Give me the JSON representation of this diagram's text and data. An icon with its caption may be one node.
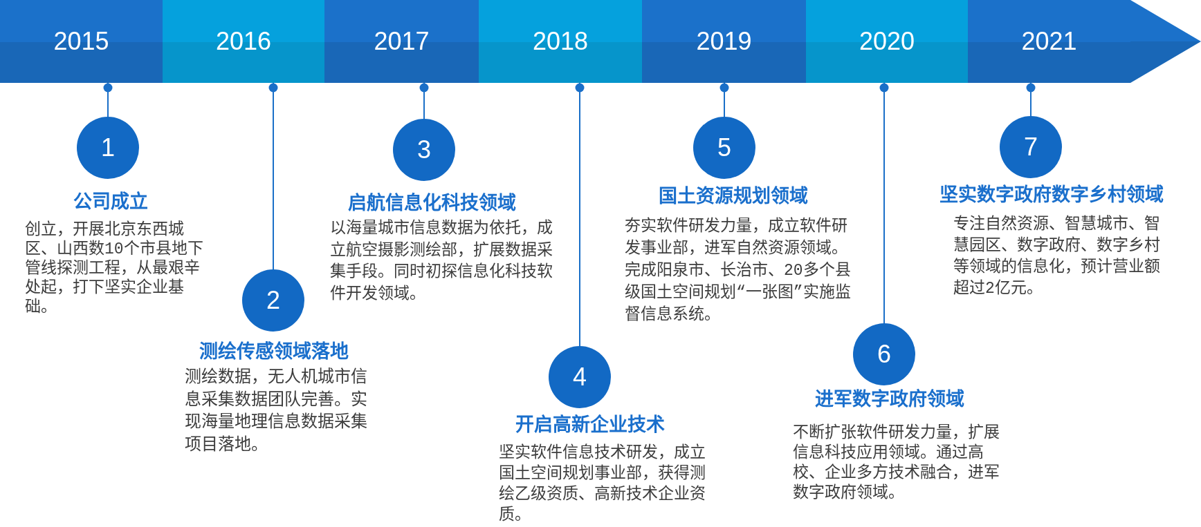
{
  "diagram": {
    "nodes": [
      {
        "text": [
          "2015"
        ]
      },
      {
        "text": [
          "2016"
        ]
      },
      {
        "text": [
          "2017"
        ]
      },
      {
        "text": [
          "2018"
        ]
      },
      {
        "text": [
          "2019"
        ]
      },
      {
        "text": [
          "2020"
        ]
      },
      {
        "text": [
          "2021"
        ]
      },
      {
        "text": [
          "1"
        ],
        "beside": [
          "公司成立",
          "创立，开展北京东西城区、山西数10个市县地下管线探测工程，从最艰辛处起，打下坚实企业基础。"
        ]
      },
      {
        "text": [
          "2"
        ],
        "beside": [
          "测绘传感领域落地",
          "测绘数据，无人机城市信息采集数据团队完善。实现海量地理信息数据采集项目落地。"
        ]
      },
      {
        "text": [
          "3"
        ],
        "beside": [
          "启航信息化科技领域",
          "以海量城市信息数据为依托，成立航空摄影测绘部，扩展数据采集手段。同时初探信息化科技软件开发领域。"
        ]
      },
      {
        "text": [
          "4"
        ],
        "beside": [
          "开启高新企业技术",
          "坚实软件信息技术研发，成立国土空间规划事业部，获得测绘乙级资质、高新技术企业资质。"
        ]
      },
      {
        "text": [
          "5"
        ],
        "beside": [
          "国土资源规划领域",
          "夯实软件研发力量，成立软件研发事业部，进军自然资源领域。完成阳泉市、长治市、20多个县级国土空间规划“一张图”实施监督信息系统。"
        ]
      },
      {
        "text": [
          "6"
        ],
        "beside": [
          "进军数字政府领域",
          "不断扩张软件研发力量，扩展信息科技应用领域。通过高校、企业多方技术融合，进军数字政府领域。"
        ]
      },
      {
        "text": [
          "7"
        ],
        "beside": [
          "坚实数字政府数字乡村领域",
          "专注自然资源、智慧城市、智慧园区、数字政府、数字乡村等领域的信息化，预计营业额超过2亿元。"
        ]
      }
    ],
    "edges": [
      {
        "from": 0,
        "to": 7,
        "arrow": "other"
      },
      {
        "from": 1,
        "to": 8,
        "arrow": "other"
      },
      {
        "from": 2,
        "to": 9,
        "arrow": "other"
      },
      {
        "from": 3,
        "to": 10,
        "arrow": "other"
      },
      {
        "from": 4,
        "to": 11,
        "arrow": "other"
      },
      {
        "from": 5,
        "to": 12,
        "arrow": "other"
      },
      {
        "from": 6,
        "to": 13,
        "arrow": "other"
      }
    ]
  }
}
